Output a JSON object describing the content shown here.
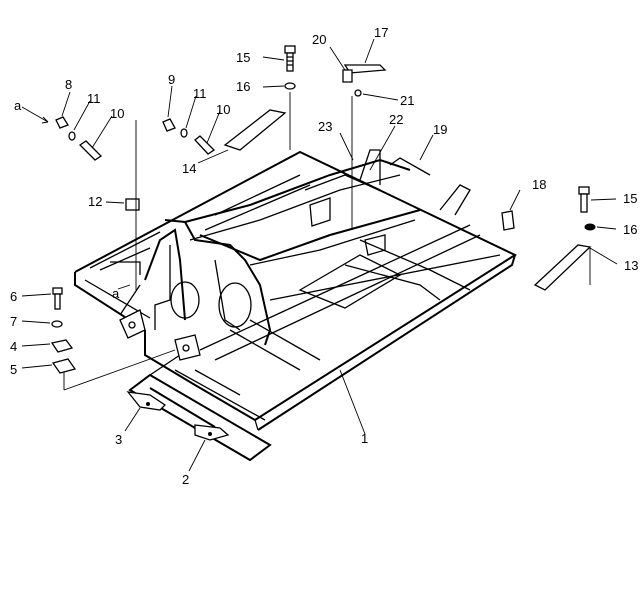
{
  "diagram": {
    "part_numbers": [
      "1",
      "2",
      "3",
      "4",
      "5",
      "6",
      "7",
      "8",
      "9",
      "10",
      "10",
      "11",
      "11",
      "12",
      "13",
      "14",
      "15",
      "15",
      "16",
      "16",
      "17",
      "18",
      "19",
      "20",
      "21",
      "22",
      "23"
    ],
    "view_markers": [
      "a",
      "a"
    ]
  }
}
